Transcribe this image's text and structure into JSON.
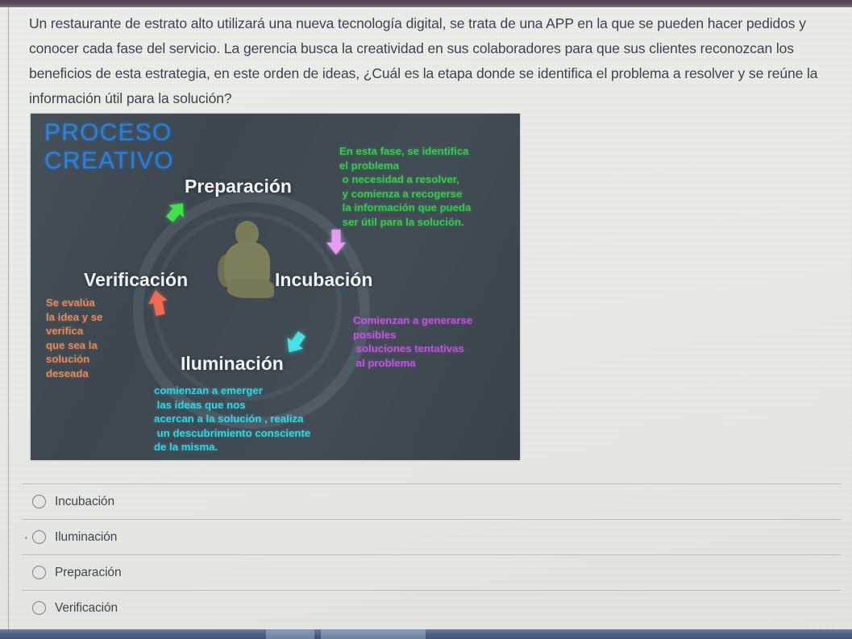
{
  "question": {
    "text": "Un restaurante de estrato alto utilizará una nueva tecnología digital, se trata de una APP en la que se pueden hacer pedidos y conocer cada fase del servicio. La gerencia busca la creatividad en sus colaboradores para que sus clientes reconozcan los beneficios de esta estrategia, en este orden de ideas, ¿Cuál es la etapa donde se identifica el problema a resolver y se reúne la información útil para la solución?"
  },
  "diagram": {
    "title_line1": "PROCESO",
    "title_line2": "CREATIVO",
    "title_color": "#1f7fe0",
    "background_color": "#3c4750",
    "stages": {
      "preparacion": {
        "label": "Preparación",
        "description": "En esta fase, se identifica\nel problema\n o necesidad a resolver,\n y comienza a recogerse\n la información que pueda\n ser útil para la solución.",
        "color": "#35c74a"
      },
      "incubacion": {
        "label": "Incubación",
        "description": "Comienzan a generarse\nposibles\n soluciones tentativas\n al problema",
        "color": "#c251e0"
      },
      "iluminacion": {
        "label": "Iluminación",
        "description": "comienzan a emerger\n las ideas que nos\nacercan a la solución , realiza\n un descubrimiento consciente\nde la misma.",
        "color": "#2fd5e0"
      },
      "verificacion": {
        "label": "Verificación",
        "description": "Se evalúa\nla idea y se\nverifica\nque sea la\nsolución\ndeseada",
        "color": "#e08a5c"
      }
    },
    "arrows": [
      {
        "name": "preparacion-arrow",
        "direction": "up-right",
        "color": "#3fe04a"
      },
      {
        "name": "incubacion-arrow",
        "direction": "down",
        "color": "#e49bf2"
      },
      {
        "name": "iluminacion-arrow",
        "direction": "down-left",
        "color": "#3fe0e4"
      },
      {
        "name": "verificacion-arrow",
        "direction": "up",
        "color": "#f2694f"
      }
    ]
  },
  "options": [
    {
      "label": "Incubación",
      "selected": false
    },
    {
      "label": "Iluminación",
      "selected": false
    },
    {
      "label": "Preparación",
      "selected": false
    },
    {
      "label": "Verificación",
      "selected": false
    }
  ]
}
